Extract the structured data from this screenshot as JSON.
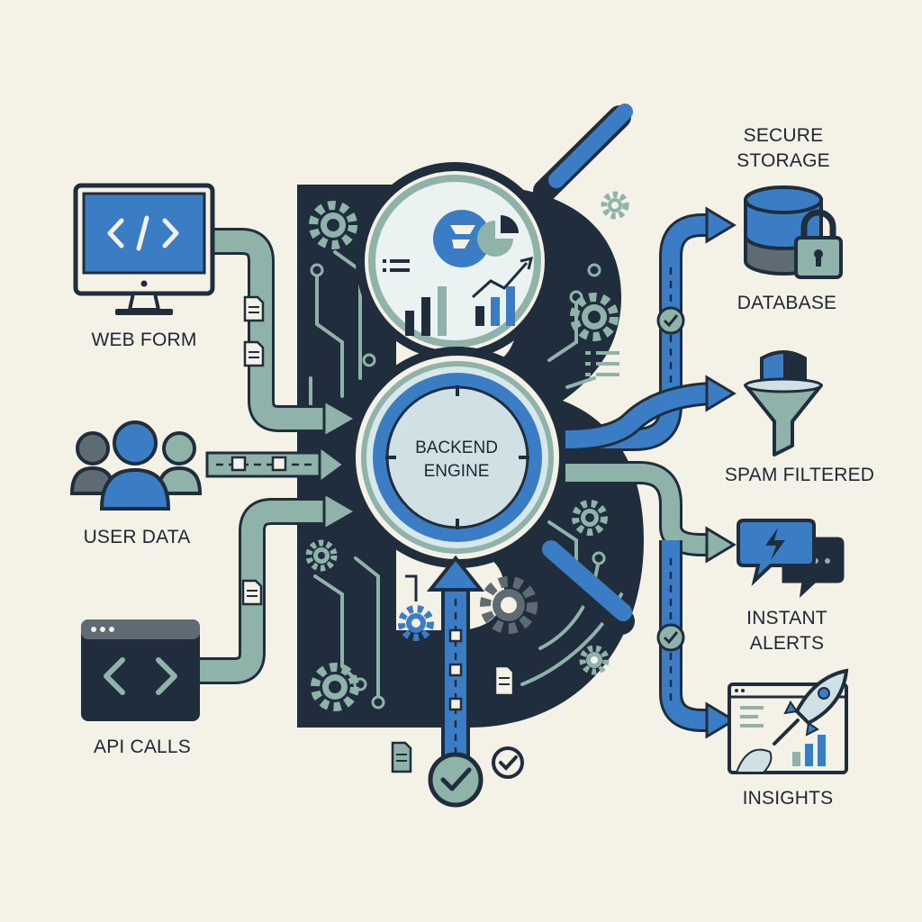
{
  "inputs": {
    "web_form": "WEB FORM",
    "user_data": "USER DATA",
    "api_calls": "API CALLS"
  },
  "core": {
    "line1": "BACKEND",
    "line2": "ENGINE"
  },
  "outputs": {
    "secure_storage_line1": "SECURE",
    "secure_storage_line2": "STORAGE",
    "database": "DATABASE",
    "spam_filtered": "SPAM FILTERED",
    "instant_alerts_line1": "INSTANT",
    "instant_alerts_line2": "ALERTS",
    "insights": "INSIGHTS"
  },
  "colors": {
    "background": "#f4f1e6",
    "navy": "#1f2d3c",
    "blue": "#3b7dc4",
    "sage": "#8fb3a9",
    "pale": "#cfe1e4"
  }
}
